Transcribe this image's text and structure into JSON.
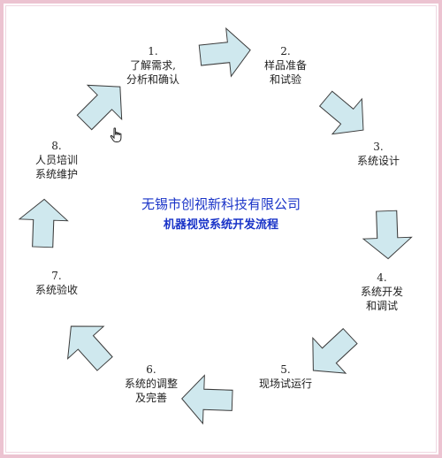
{
  "colors": {
    "frame_border": "#ecc3d1",
    "arrow_fill": "#cfe8ee",
    "arrow_stroke": "#3b3b3b",
    "title_blue": "#1a34c8"
  },
  "title": {
    "company": "无锡市创视新科技有限公司",
    "process": "机器视觉系统开发流程"
  },
  "steps": [
    {
      "num": "1.",
      "line1": "了解需求,",
      "line2": "分析和确认"
    },
    {
      "num": "2.",
      "line1": "样品准备",
      "line2": "和试验"
    },
    {
      "num": "3.",
      "line1": "系统设计",
      "line2": ""
    },
    {
      "num": "4.",
      "line1": "系统开发",
      "line2": "和调试"
    },
    {
      "num": "5.",
      "line1": "现场试运行",
      "line2": ""
    },
    {
      "num": "6.",
      "line1": "系统的调整",
      "line2": "及完善"
    },
    {
      "num": "7.",
      "line1": "系统验收",
      "line2": ""
    },
    {
      "num": "8.",
      "line1": "人员培训",
      "line2": "系统维护"
    }
  ],
  "cursor_icon": "hand-pointer-icon"
}
